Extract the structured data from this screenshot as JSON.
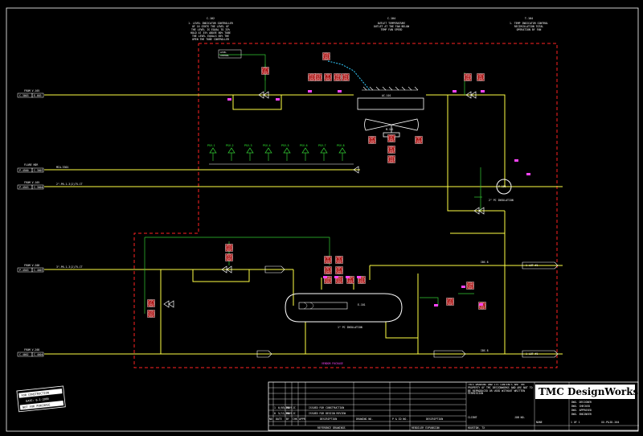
{
  "colors": {
    "background": "#000000",
    "process_line": "#ffff44",
    "signal_line": "#33cc33",
    "boundary": "#ff2222",
    "cyan_line": "#33ccff",
    "instrument_fill": "#aa1111",
    "magenta_tag": "#ff44ff",
    "equipment": "#ffffff"
  },
  "header_notes": [
    {
      "ref": "C-102",
      "lines": [
        "1. LEVEL INDICATOR CONTROLLER",
        "OF 16 CENTS THE LEVEL OF",
        "THE LEVEL IS EQUAL TO 33%",
        "HOLD AT 35% ABOVE 80% TUBE",
        "THE LEVEL EQUALS 85% THE",
        "OPEN THE TUBE CONTROLLER"
      ]
    },
    {
      "ref": "C-104",
      "lines": [
        "OUTLET TEMPERATURE",
        "OUTLET AT THE FAN BELOW",
        "TEMP FAN SPEED"
      ]
    },
    {
      "ref": "T-104",
      "lines": [
        "1. TEMP INDICATOR CONTROL",
        "RECIRCULATION TOTAL",
        "OPERATION BY FAN"
      ]
    }
  ],
  "inlets": [
    {
      "from": "FROM V-105",
      "line": "C-3003",
      "code": "E-003"
    },
    {
      "from": "FLARE HDR",
      "line": "P-4500",
      "code": "C-3007"
    },
    {
      "from": "FROM V-105",
      "line": "P-4503",
      "code": "C-3004"
    },
    {
      "from": "FROM V-208",
      "line": "P-4503",
      "code": "C-4007"
    },
    {
      "from": "FROM V-208",
      "line": "C-4002",
      "code": "C-4004"
    }
  ],
  "line_labels": {
    "flare": "MIA-3301",
    "mid_line": "2\"-P6-1-3(2)75-CT",
    "lower_line": "3\"-P6-1-3(2)75-CT",
    "to_line_top": "1 LOT #1",
    "to_line_bottom": "1 LOT #1",
    "ibs_top": "IBS 8",
    "ibs_bottom": "IBS 8",
    "insulation_upper": "2\" PC INSULATION",
    "insulation_lower": "1\" PC INSULATION",
    "vendor_note": "VENDOR PACKAGE"
  },
  "equipment": {
    "fan": "AC-101",
    "motor": "M-101",
    "vessel": "E-101",
    "pump": "P-101"
  },
  "instruments_top": [
    {
      "top": "LT",
      "bot": "101"
    },
    {
      "top": "LIC",
      "bot": "101"
    },
    {
      "top": "LCV",
      "bot": "101"
    },
    {
      "top": "TT",
      "bot": "101"
    },
    {
      "top": "TIC",
      "bot": "101"
    },
    {
      "top": "TAH",
      "bot": "101"
    },
    {
      "top": "TAL",
      "bot": "101"
    },
    {
      "top": "SC",
      "bot": "101"
    },
    {
      "top": "PT",
      "bot": "102"
    },
    {
      "top": "PI",
      "bot": "102"
    },
    {
      "top": "TT",
      "bot": "103"
    },
    {
      "top": "TIC",
      "bot": "103"
    },
    {
      "top": "TAH",
      "bot": "103"
    },
    {
      "top": "HS",
      "bot": "101"
    }
  ],
  "relief_valves": [
    "PSV-1",
    "PSV-2",
    "PSV-3",
    "PSV-4",
    "PSV-5",
    "PSV-6",
    "PSV-7",
    "PSV-8"
  ],
  "instruments_lower": [
    {
      "top": "TIC",
      "bot": "201"
    },
    {
      "top": "TCV",
      "bot": "201"
    },
    {
      "top": "LT",
      "bot": "201"
    },
    {
      "top": "LIC",
      "bot": "201"
    },
    {
      "top": "TT",
      "bot": "202"
    },
    {
      "top": "TI",
      "bot": "202"
    },
    {
      "top": "PI",
      "bot": "203"
    },
    {
      "top": "PT",
      "bot": "203"
    },
    {
      "top": "LAH",
      "bot": "201"
    },
    {
      "top": "LAL",
      "bot": "201"
    },
    {
      "top": "FT",
      "bot": "201"
    },
    {
      "top": "FIC",
      "bot": "201"
    },
    {
      "top": "LSH",
      "bot": "201"
    },
    {
      "top": "LG",
      "bot": "201"
    },
    {
      "top": "TE",
      "bot": "202"
    }
  ],
  "stamp": {
    "lines": [
      "FOR CONSTRUCTION",
      "DATE: 6-1-2009",
      "NOT FOR PURCHASE"
    ]
  },
  "title_block": {
    "company": "TMC DesignWorks",
    "project": "REBOILER EXPANSION",
    "location": "HOUSTON, TX",
    "drawing_no": "XX-P&ID-204",
    "sheet": "1 OF 1",
    "scale": "NONE",
    "revisions": [
      {
        "no": "1",
        "date": "6/05/2009",
        "by": "MD",
        "chk": "JC",
        "desc": "ISSUED FOR CONSTRUCTION"
      },
      {
        "no": "0",
        "date": "5/11/2009",
        "by": "MD",
        "chk": "JC",
        "desc": "ISSUED FOR DESIGN REVIEW"
      }
    ],
    "rev_headers": [
      "NO",
      "DATE",
      "BY",
      "CHK",
      "APPR",
      "DESCRIPTION"
    ],
    "ref_headers": [
      "DRAWING NO.",
      "P & ID NO.",
      "DESCRIPTION"
    ],
    "ref_value": "REFERENCE DRAWINGS",
    "confidential": "THIS DRAWING AND ITS CONTENTS ARE THE PROPERTY OF TMC DESIGNWORKS AND ARE NOT TO BE REPRODUCED OR USED WITHOUT WRITTEN PERMISSION",
    "right_fields": [
      "DWG. DESIGNER",
      "DWG. CHECKED",
      "DWG. APPROVED",
      "DWG. ENGINEER"
    ],
    "client": "CLIENT",
    "job": "JOB NO."
  }
}
